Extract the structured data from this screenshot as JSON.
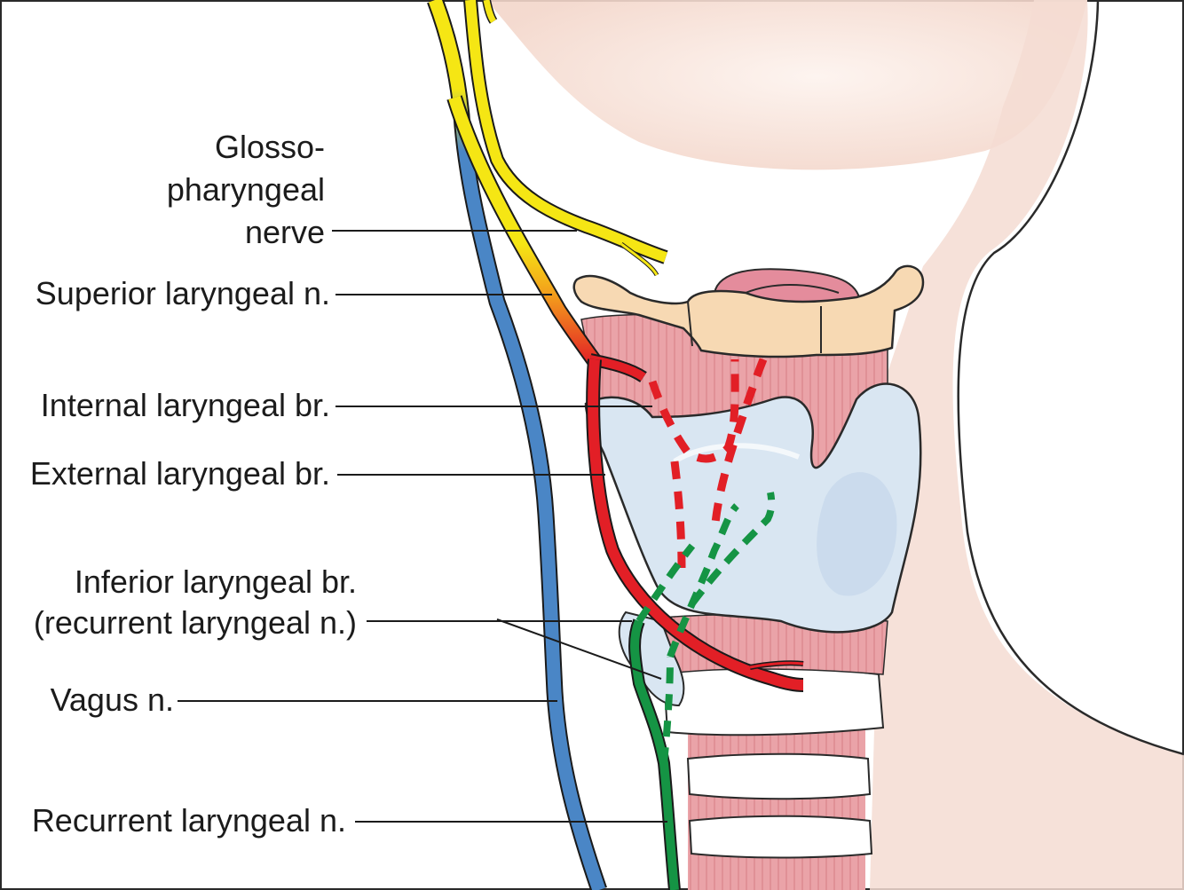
{
  "labels": {
    "glossopharyngeal_line1": "Glosso-",
    "glossopharyngeal_line2": "pharyngeal",
    "glossopharyngeal_line3": "nerve",
    "superior_laryngeal": "Superior laryngeal n.",
    "internal_laryngeal": "Internal laryngeal br.",
    "external_laryngeal": "External laryngeal br.",
    "inferior_laryngeal_line1": "Inferior laryngeal br.",
    "inferior_laryngeal_line2": "(recurrent laryngeal n.)",
    "vagus": "Vagus n.",
    "recurrent_laryngeal": "Recurrent laryngeal n."
  },
  "colors": {
    "skin": "#f6e1d8",
    "skin_outline": "#2a2a2a",
    "vagus_nerve": "#4a86c6",
    "glossopharyngeal_nerve": "#f5e614",
    "superior_laryngeal_nerve": "#e21f26",
    "recurrent_laryngeal_nerve": "#159444",
    "trachea_muscle": "#eaa3a8",
    "hyoid_bone": "#f7d9b3",
    "cartilage": "#d9e6f2",
    "cartilage_ring": "#ffffff",
    "epiglottis": "#e48c9c"
  }
}
